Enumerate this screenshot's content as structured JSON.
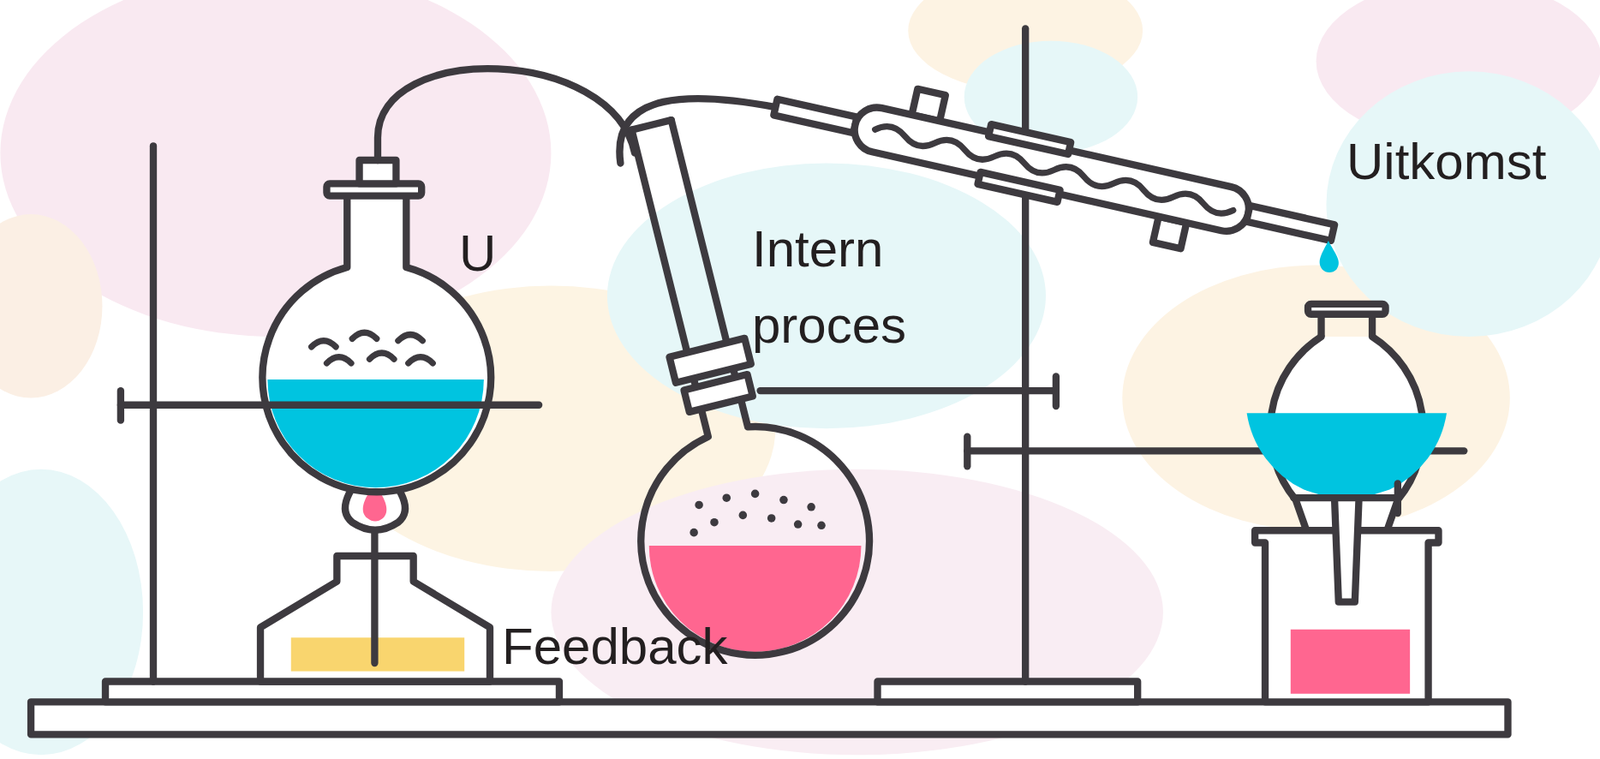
{
  "diagram": {
    "labels": [
      "U",
      "Intern proces",
      "Uitkomst",
      "Feedback"
    ]
  }
}
